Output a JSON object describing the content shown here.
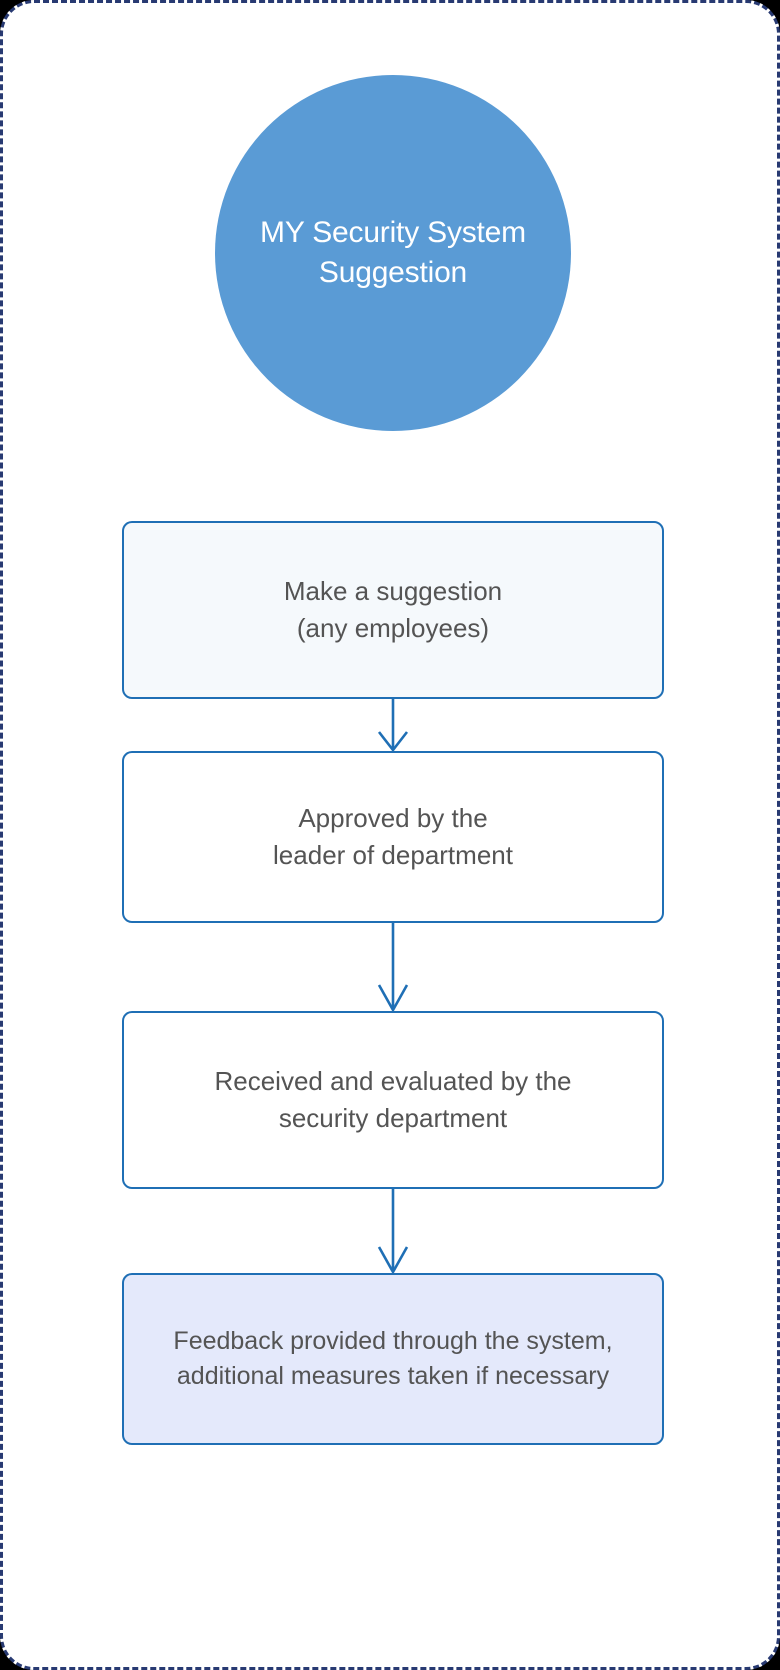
{
  "diagram": {
    "title_circle": {
      "text": "MY Security System\nSuggestion",
      "fill_color": "#5a9bd5",
      "text_color": "#ffffff"
    },
    "border": {
      "style": "dashed",
      "color": "#283a72"
    },
    "connector": {
      "color": "#1f6fb5",
      "shape": "down-arrow"
    },
    "steps": [
      {
        "id": "step-make-suggestion",
        "text": "Make a suggestion\n(any employees)",
        "fill_color": "#f5f9fc",
        "border_color": "#1f6fb5",
        "text_color": "#545454"
      },
      {
        "id": "step-approved-by-leader",
        "text": "Approved by the\nleader of department",
        "fill_color": "#ffffff",
        "border_color": "#1f6fb5",
        "text_color": "#545454"
      },
      {
        "id": "step-received-evaluated",
        "text": "Received and evaluated by the\nsecurity department",
        "fill_color": "#ffffff",
        "border_color": "#1f6fb5",
        "text_color": "#545454"
      },
      {
        "id": "step-feedback-provided",
        "text": "Feedback provided through the system,\nadditional measures taken if necessary",
        "fill_color": "#e4e9fb",
        "border_color": "#1f6fb5",
        "text_color": "#545454"
      }
    ]
  }
}
